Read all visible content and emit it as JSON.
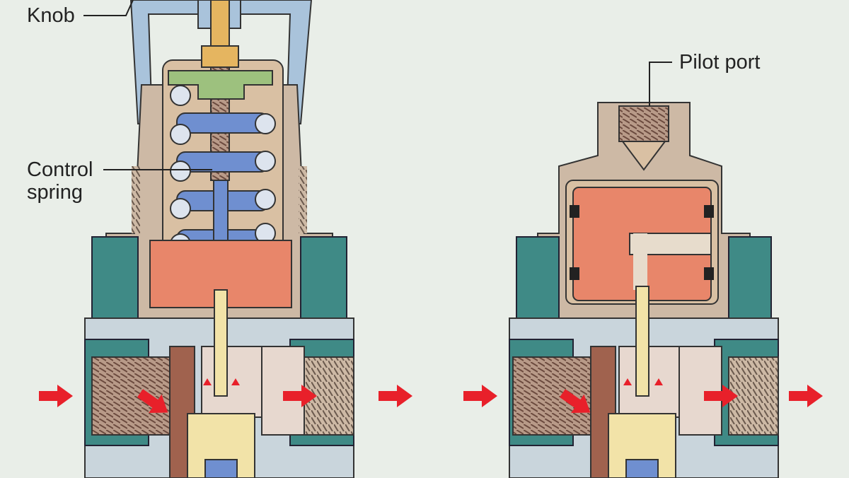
{
  "labels": {
    "knob": "Knob",
    "control_spring_line1": "Control",
    "control_spring_line2": "spring",
    "pilot_port": "Pilot port"
  },
  "colors": {
    "background": "#e9eee8",
    "body": "#cdb9a5",
    "nut": "#3f8a86",
    "knob": "#a9c3db",
    "spring": "#6f8fd0",
    "diaphragm": "#e8866a",
    "flow_arrow": "#e8202a",
    "stem": "#f2e3a8"
  }
}
